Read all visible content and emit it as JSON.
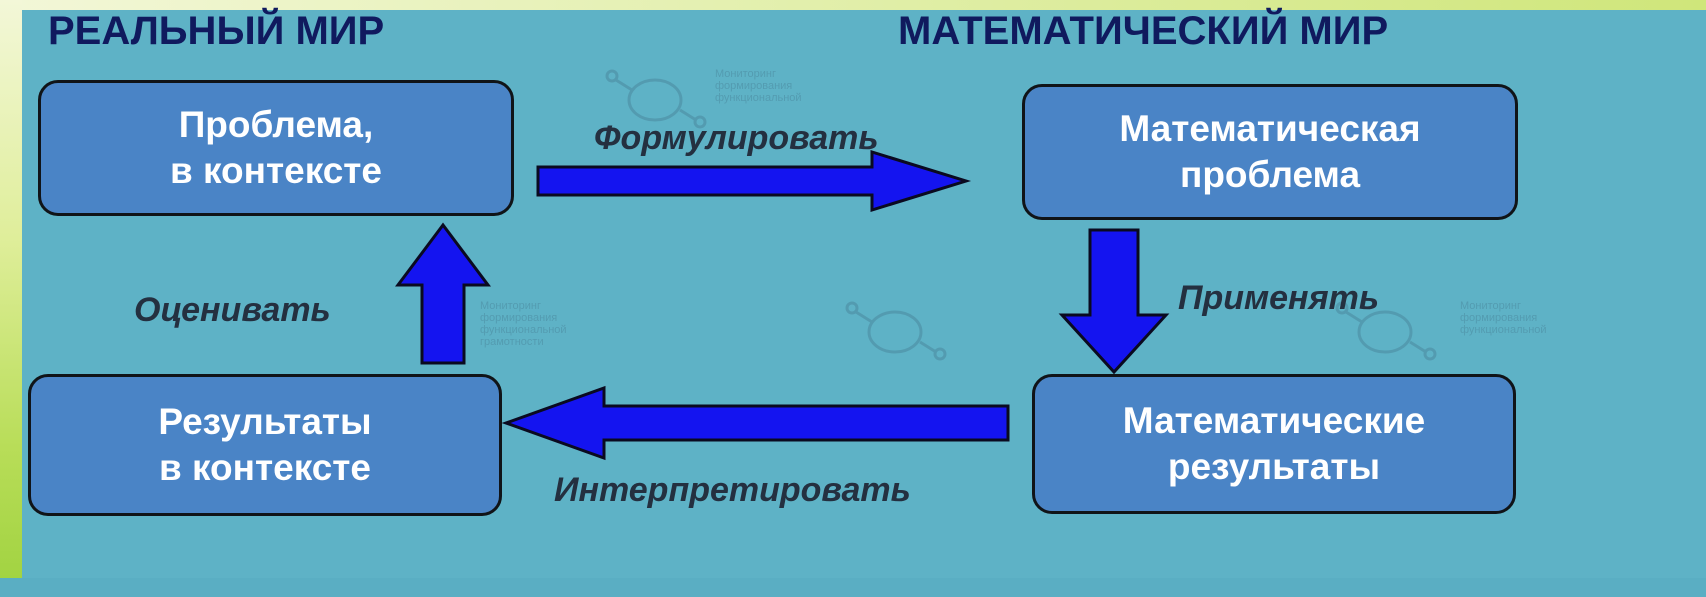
{
  "headings": {
    "left": "РЕАЛЬНЫЙ МИР",
    "right": "МАТЕМАТИЧЕСКИЙ МИР"
  },
  "nodes": {
    "problem_context": {
      "line1": "Проблема,",
      "line2": "в контексте"
    },
    "math_problem": {
      "line1": "Математическая",
      "line2": "проблема"
    },
    "math_results": {
      "line1": "Математические",
      "line2": "результаты"
    },
    "results_context": {
      "line1": "Результаты",
      "line2": "в контексте"
    }
  },
  "edges": {
    "formulate": "Формулировать",
    "apply": "Применять",
    "interpret": "Интерпретировать",
    "evaluate": "Оценивать"
  },
  "watermark": {
    "lines": [
      "Мониторинг",
      "формирования",
      "функциональной",
      "грамотности"
    ]
  },
  "colors": {
    "background": "#5eb2c6",
    "box_fill": "#4a84c6",
    "arrow_fill": "#1414f0",
    "heading": "#101a5e"
  }
}
